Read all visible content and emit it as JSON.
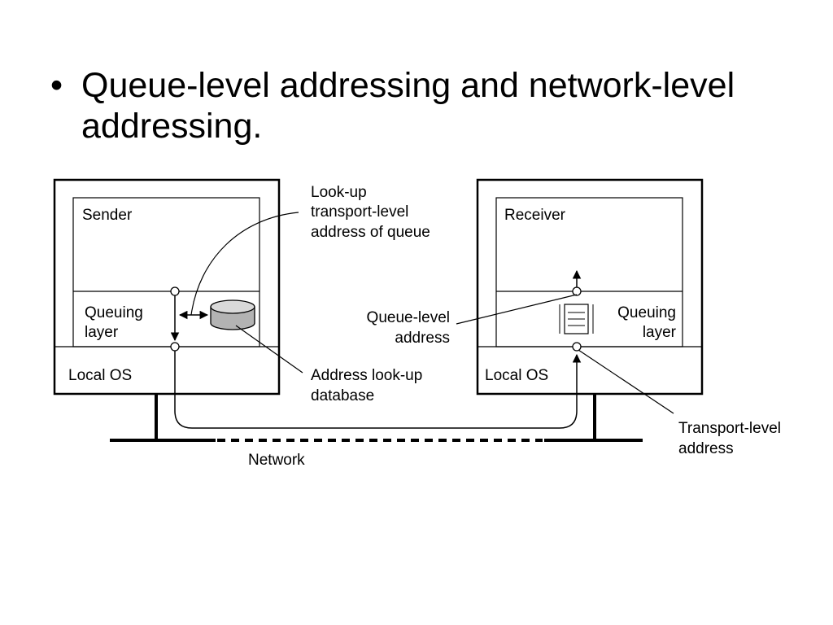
{
  "slide": {
    "bullet_symbol": "•",
    "bullet_text": "Queue-level addressing and network-level addressing."
  },
  "diagram": {
    "sender_label": "Sender",
    "receiver_label": "Receiver",
    "sender_queuing_layer": [
      "Queuing",
      "layer"
    ],
    "receiver_queuing_layer": [
      "Queuing",
      "layer"
    ],
    "sender_local_os": "Local OS",
    "receiver_local_os": "Local OS",
    "network_label": "Network",
    "lookup_callout": [
      "Look-up",
      "transport-level",
      "address of queue"
    ],
    "database_callout": [
      "Address look-up",
      "database"
    ],
    "queue_address_callout": [
      "Queue-level",
      "address"
    ],
    "transport_address_callout": [
      "Transport-level",
      "address"
    ]
  }
}
